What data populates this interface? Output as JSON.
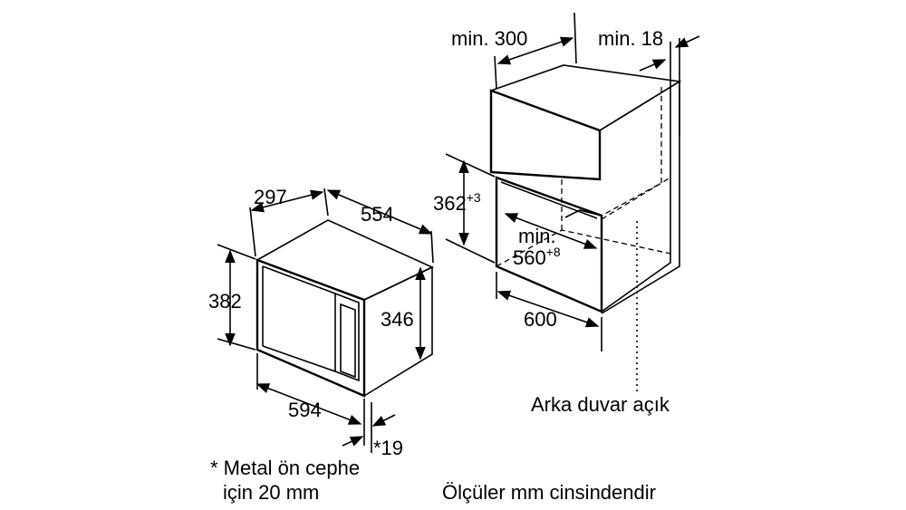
{
  "microwave": {
    "depth": "297",
    "depth_rear": "554",
    "height_outer": "382",
    "height_inner": "346",
    "width": "594",
    "front_offset": "*19"
  },
  "cabinet": {
    "top_clearance": "min. 300",
    "side_clearance": "min. 18",
    "niche_height": "362",
    "niche_height_tol": "+3",
    "niche_width_prefix": "min.",
    "niche_width": "560",
    "niche_width_tol": "+8",
    "cabinet_width": "600",
    "rear_wall": "Arka duvar açık"
  },
  "notes": {
    "footnote_line1": "* Metal ön cephe",
    "footnote_line2": "için 20 mm",
    "units": "Ölçüler mm cinsindendir"
  }
}
